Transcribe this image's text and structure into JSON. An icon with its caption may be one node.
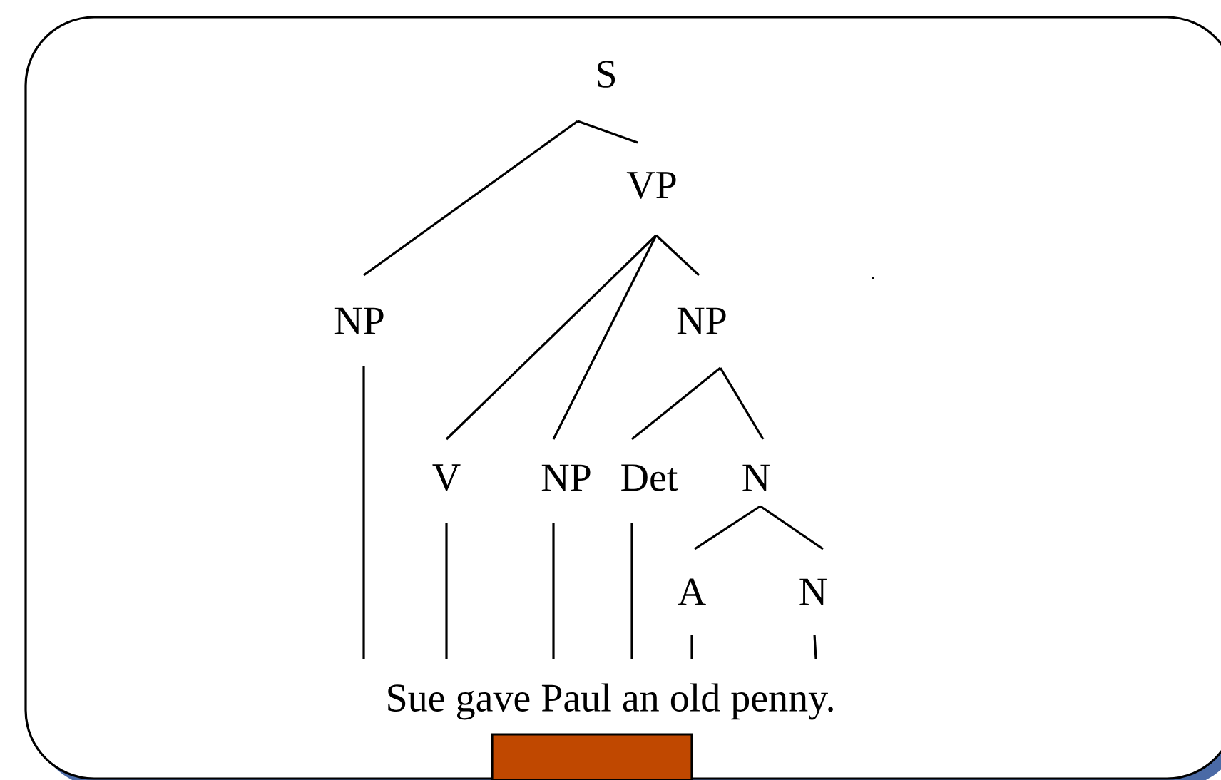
{
  "diagram": {
    "nodes": [
      {
        "text": [
          "S"
        ]
      },
      {
        "text": [
          "VP"
        ]
      },
      {
        "text": [
          "NP"
        ]
      },
      {
        "text": [
          "NP"
        ]
      },
      {
        "text": [
          "V"
        ]
      },
      {
        "text": [
          "NP"
        ]
      },
      {
        "text": [
          "Det"
        ]
      },
      {
        "text": [
          "N"
        ]
      },
      {
        "text": [
          "A"
        ]
      },
      {
        "text": [
          "N"
        ]
      },
      {
        "text": [
          "Sue gave Paul an old penny."
        ]
      }
    ],
    "edges": [
      {
        "from": 0,
        "to": 2,
        "arrow": "none"
      },
      {
        "from": 0,
        "to": 1,
        "arrow": "none"
      },
      {
        "from": 1,
        "to": 4,
        "arrow": "none"
      },
      {
        "from": 1,
        "to": 5,
        "arrow": "none"
      },
      {
        "from": 1,
        "to": 3,
        "arrow": "none"
      },
      {
        "from": 3,
        "to": 6,
        "arrow": "none"
      },
      {
        "from": 3,
        "to": 7,
        "arrow": "none"
      },
      {
        "from": 7,
        "to": 8,
        "arrow": "none"
      },
      {
        "from": 7,
        "to": 9,
        "arrow": "none"
      },
      {
        "from": 2,
        "to": 10,
        "arrow": "none"
      },
      {
        "from": 4,
        "to": 10,
        "arrow": "none"
      },
      {
        "from": 5,
        "to": 10,
        "arrow": "none"
      },
      {
        "from": 6,
        "to": 10,
        "arrow": "none"
      },
      {
        "from": 8,
        "to": 10,
        "arrow": "none"
      },
      {
        "from": 9,
        "to": 10,
        "arrow": "none"
      }
    ]
  }
}
